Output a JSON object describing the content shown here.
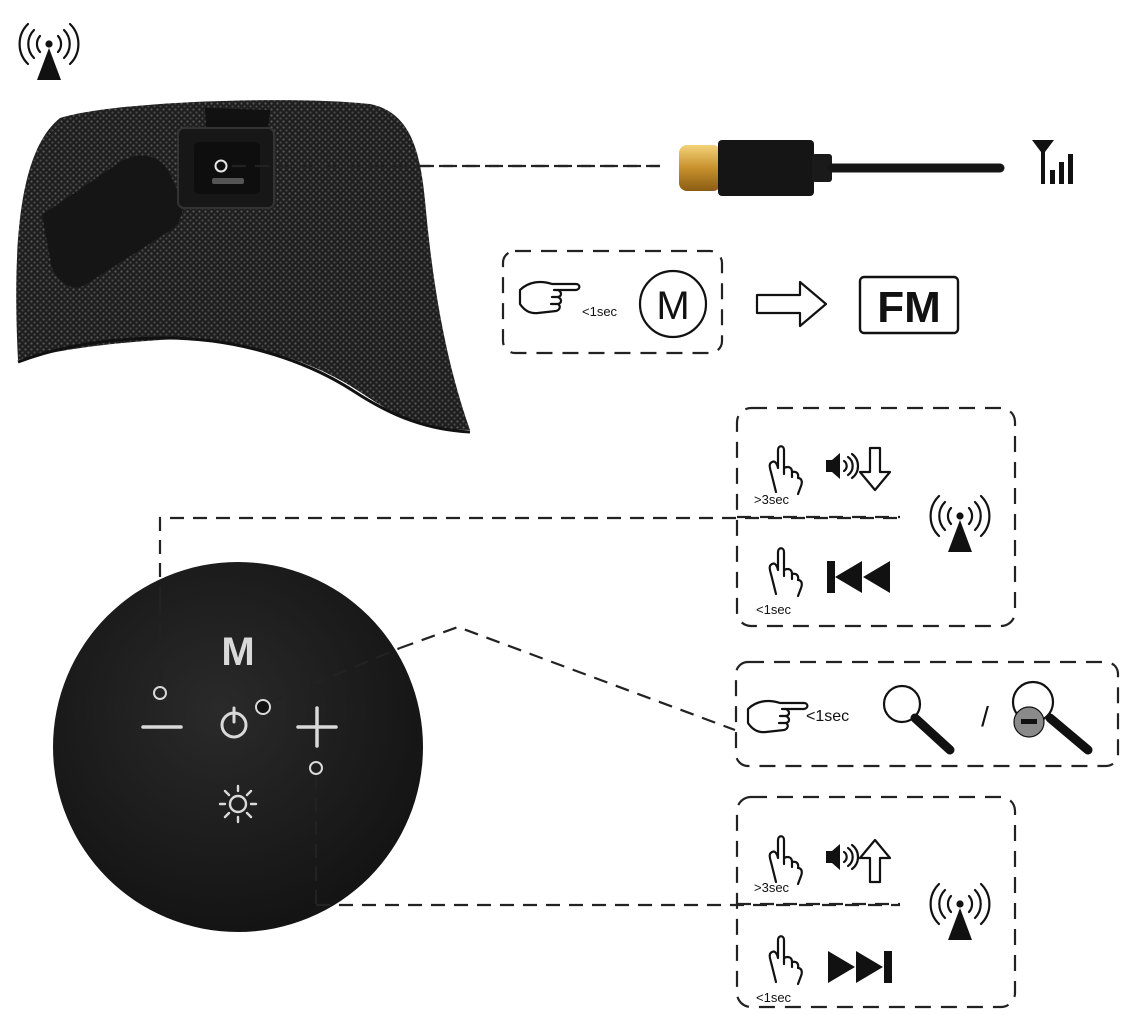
{
  "fm_panel": {
    "press_time": "<1sec",
    "button_letter": "M",
    "result": "FM"
  },
  "volume_down_panel": {
    "long_press": ">3sec",
    "short_press": "<1sec"
  },
  "search_panel": {
    "press_time": "<1sec",
    "separator": "/"
  },
  "volume_up_panel": {
    "long_press": ">3sec",
    "short_press": "<1sec"
  },
  "control_panel": {
    "mode_letter": "M"
  },
  "icons": [
    "radio-signal-icon",
    "usb-c-cable-icon",
    "signal-strength-icon",
    "hand-press-icon",
    "arrow-right-icon",
    "speaker-volume-icon",
    "arrow-down-icon",
    "arrow-up-icon",
    "previous-track-icon",
    "next-track-icon",
    "search-plus-icon",
    "search-minus-icon",
    "power-icon",
    "light-icon",
    "plus-icon",
    "minus-icon"
  ],
  "colors": {
    "ink": "#111111",
    "speaker_fabric": "#2a2a2a",
    "panel": "#1b1b1b",
    "panel_marks": "#d9d9d9",
    "usb_tip": "#d9a441"
  }
}
